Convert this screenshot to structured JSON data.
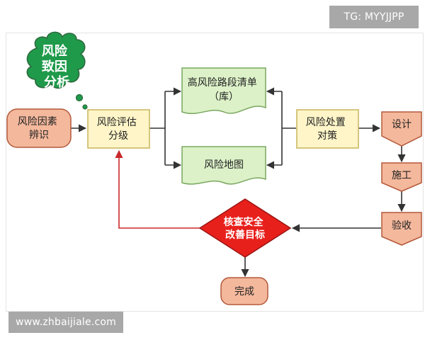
{
  "diagram": {
    "title": "",
    "nodes": {
      "cause_cloud": {
        "lines": [
          "风险",
          "致因",
          "分析"
        ]
      },
      "risk_identify": {
        "lines": [
          "风险因素",
          "辨识"
        ]
      },
      "risk_assess": {
        "lines": [
          "风险评估",
          "分级"
        ]
      },
      "high_risk_list": {
        "lines": [
          "高风险路段清单",
          "（库）"
        ]
      },
      "risk_map": {
        "lines": [
          "风险地图"
        ]
      },
      "risk_treatment": {
        "lines": [
          "风险处置",
          "对策"
        ]
      },
      "design": {
        "lines": [
          "设计"
        ]
      },
      "construction": {
        "lines": [
          "施工"
        ]
      },
      "acceptance": {
        "lines": [
          "验收"
        ]
      },
      "check_goal": {
        "lines": [
          "核查安全",
          "改善目标"
        ]
      },
      "done": {
        "lines": [
          "完成"
        ]
      }
    },
    "colors": {
      "salmon_fill": "#f4b89c",
      "salmon_stroke": "#b4583a",
      "yellow_fill": "#fff5c8",
      "yellow_stroke": "#c9b45a",
      "green_fill": "#dcf1c8",
      "green_stroke": "#7aa860",
      "cloud_fill": "#1f9a4a",
      "cloud_stroke": "#2d6a3e",
      "diamond_fill": "#e8201c",
      "feedback_line": "#c8282a",
      "connector": "#333333"
    }
  },
  "watermarks": {
    "top": "TG: MYYJJPP",
    "bottom": "www.zhbaijiale.com"
  }
}
